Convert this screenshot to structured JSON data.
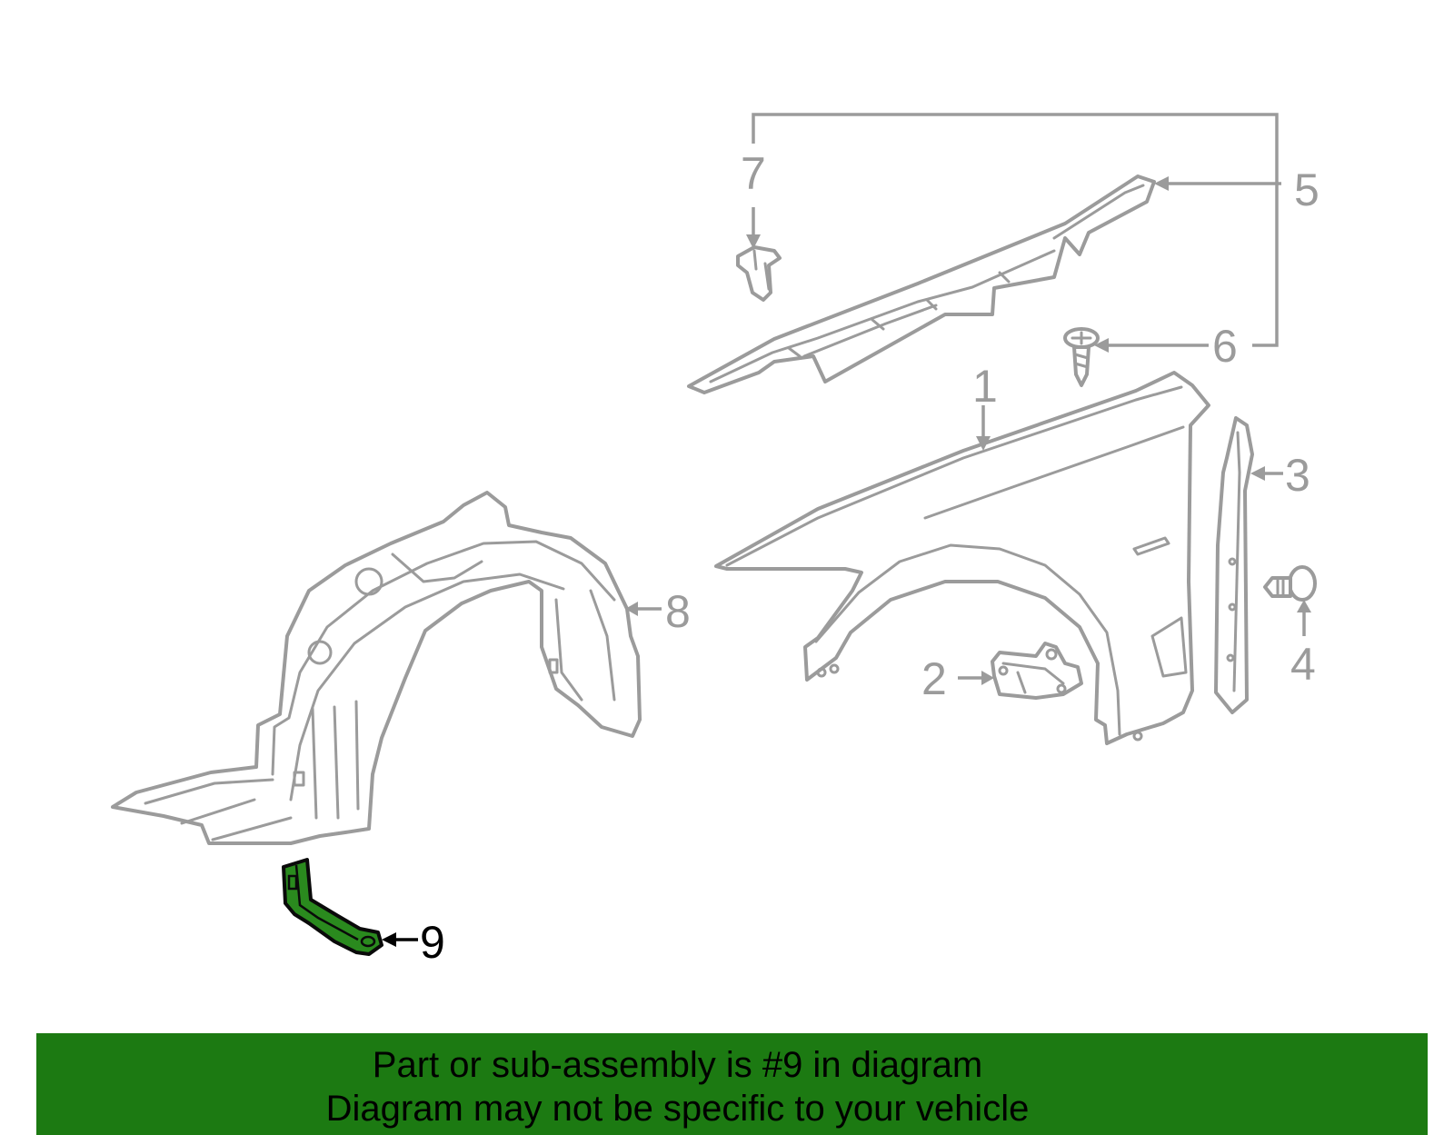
{
  "diagram": {
    "callouts": [
      {
        "id": "1",
        "text": "1"
      },
      {
        "id": "2",
        "text": "2"
      },
      {
        "id": "3",
        "text": "3"
      },
      {
        "id": "4",
        "text": "4"
      },
      {
        "id": "5",
        "text": "5"
      },
      {
        "id": "6",
        "text": "6"
      },
      {
        "id": "7",
        "text": "7"
      },
      {
        "id": "8",
        "text": "8"
      },
      {
        "id": "9",
        "text": "9"
      }
    ],
    "highlighted_part": "9"
  },
  "banner": {
    "line1": "Part or sub-assembly is #9 in diagram",
    "line2": "Diagram may not be specific to your vehicle"
  },
  "colors": {
    "line": "#9b9b9b",
    "callout_text": "#9b9b9b",
    "highlight_fill": "#2a8a1e",
    "banner_background": "#1c7a12",
    "banner_text": "#000000"
  }
}
